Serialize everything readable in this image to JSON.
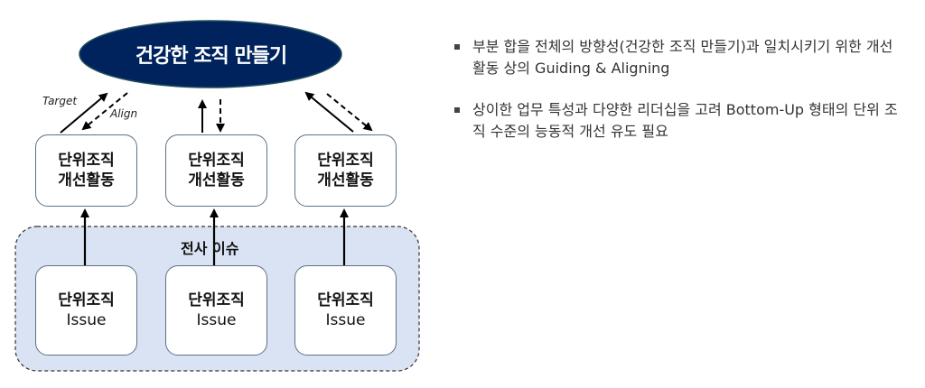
{
  "goal": {
    "title": "건강한 조직 만들기",
    "color": "#00235e"
  },
  "arrow_labels": {
    "target": "Target",
    "align": "Align"
  },
  "unit_activities": [
    {
      "line1": "단위조직",
      "line2": "개선활동"
    },
    {
      "line1": "단위조직",
      "line2": "개선활동"
    },
    {
      "line1": "단위조직",
      "line2": "개선활동"
    }
  ],
  "company_issue_group": {
    "label": "전사 이슈",
    "fill": "#dae3f3"
  },
  "unit_issues": [
    {
      "line1": "단위조직",
      "line2": "Issue"
    },
    {
      "line1": "단위조직",
      "line2": "Issue"
    },
    {
      "line1": "단위조직",
      "line2": "Issue"
    }
  ],
  "bullets": [
    {
      "text": "부분 합을 전체의 방향성(건강한 조직 만들기)과 일치시키기 위한 개선 활동 상의 Guiding & Aligning"
    },
    {
      "text": "상이한 업무 특성과 다양한 리더십을 고려 Bottom-Up 형태의 단위 조직 수준의 능동적 개선 유도 필요"
    }
  ]
}
